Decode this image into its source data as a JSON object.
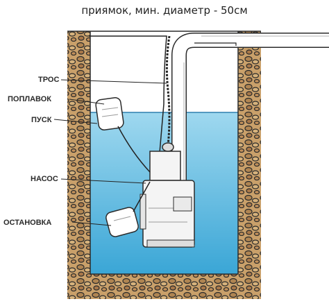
{
  "title": "приямок, мин. диаметр - 50см",
  "labels": {
    "cable": "ТРОС",
    "float": "ПОПЛАВОК",
    "start": "ПУСК",
    "pump": "НАСОС",
    "stop": "ОСТАНОВКА"
  },
  "colors": {
    "water_top": "#9fd8ef",
    "water_bottom": "#3aa6d6",
    "soil": "#c9a06a",
    "stone_outline": "#2b2b2b",
    "pipe": "#ffffff",
    "line": "#222222"
  },
  "icons": {
    "pump": "submersible-pump-icon",
    "float_switch": "float-switch-icon",
    "pipe": "discharge-pipe-icon"
  }
}
